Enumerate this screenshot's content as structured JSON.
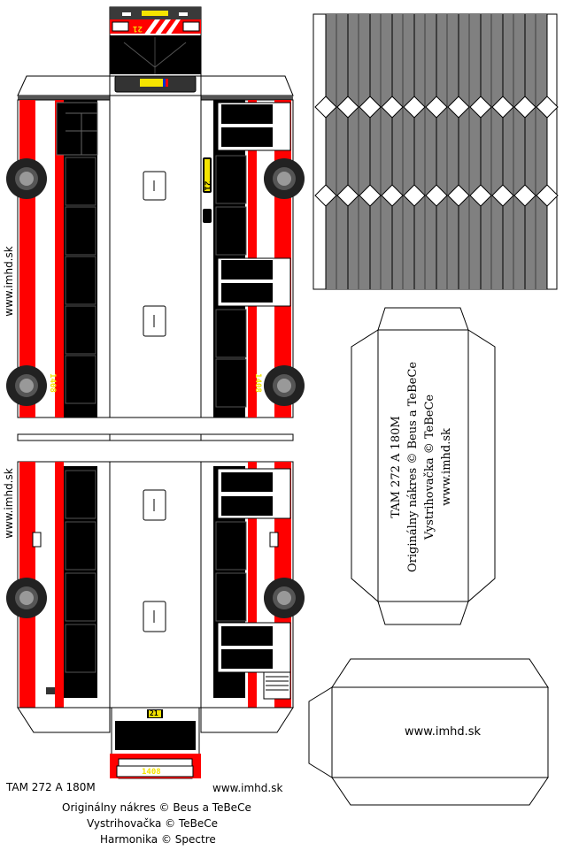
{
  "model_title": "TAM 272 A 180M",
  "site": "www.imhd.sk",
  "credits": {
    "original": "Originálny nákres © Beus  a TeBeCe",
    "cutting": "Vystrihovačka © TeBeCe",
    "bellows": "Harmonika © Spectre"
  },
  "bus": {
    "fleet_number": "1408",
    "route_number": "21",
    "front_dest": "21 [?]"
  },
  "colors": {
    "livery_red": "#ff0000",
    "window_black": "#000000",
    "bellows_grey": "#808080",
    "paper_white": "#ffffff",
    "number_yellow": "#f5e400"
  }
}
